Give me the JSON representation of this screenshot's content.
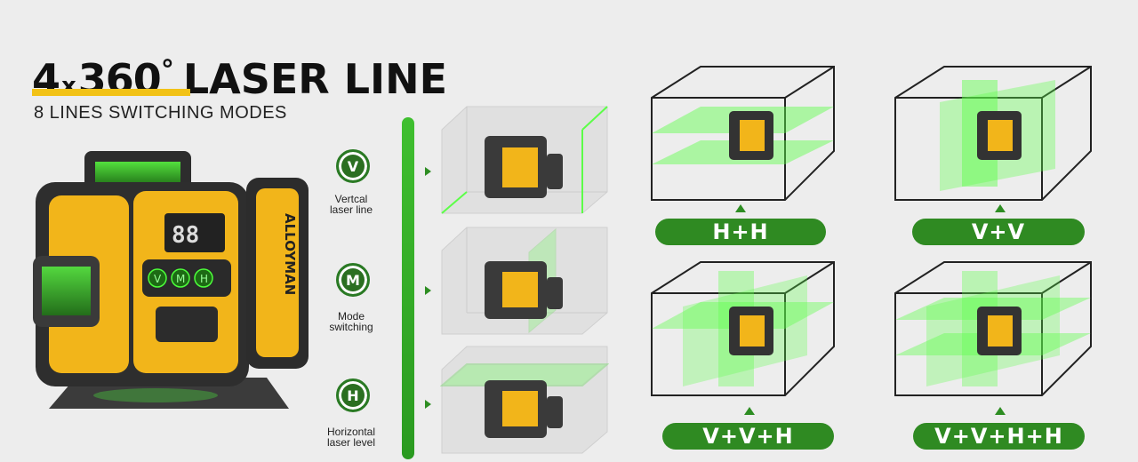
{
  "header": {
    "title_num": "4",
    "title_x": "x",
    "title_deg_num": "360",
    "title_deg": "°",
    "title_word": "LASER LINE",
    "subtitle": "8 LINES SWITCHING MODES"
  },
  "device": {
    "brand": "ALLOYMAN",
    "display": "88",
    "buttons": [
      "V",
      "M",
      "H"
    ]
  },
  "modes": [
    {
      "icon": "V",
      "label_line1": "Vertcal",
      "label_line2": "laser line"
    },
    {
      "icon": "M",
      "label_line1": "Mode",
      "label_line2": "switching"
    },
    {
      "icon": "H",
      "label_line1": "Horizontal",
      "label_line2": "laser level"
    }
  ],
  "combos": [
    "H+H",
    "V+V",
    "V+V+H",
    "V+V+H+H"
  ],
  "colors": {
    "accent_green": "#2f8a22",
    "laser_green": "#4cff3a",
    "brand_yellow": "#f2c216"
  }
}
